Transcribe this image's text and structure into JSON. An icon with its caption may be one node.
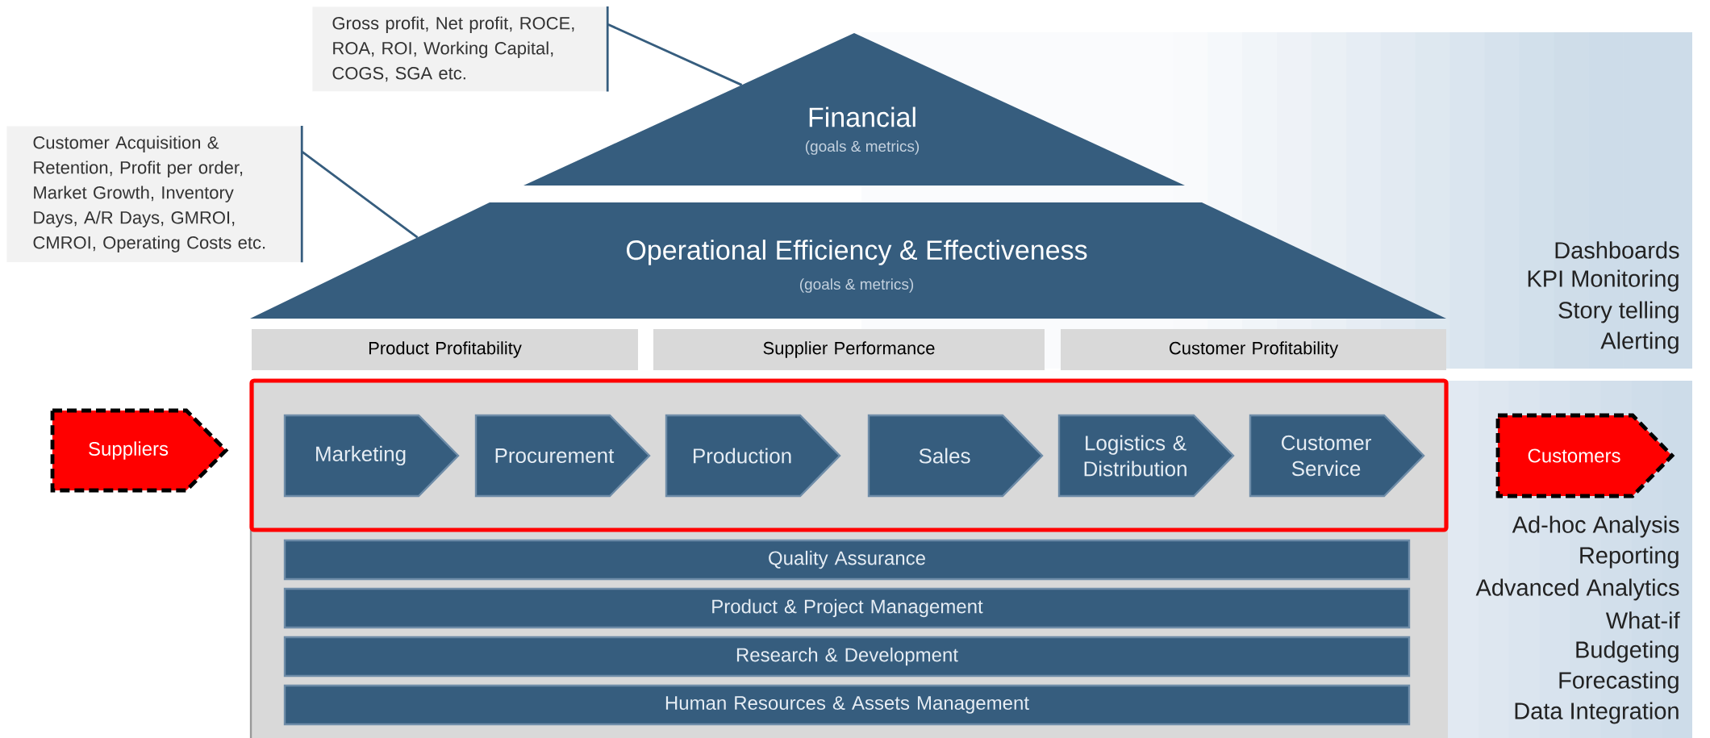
{
  "diagram": {
    "nodes": [
      {
        "text": [
          "Gross profit, Net profit, ROCE, ROA, ROI, Working Capital, COGS, SGA etc."
        ]
      },
      {
        "text": [
          "Customer Acquisition & Retention, Profit per order, Market Growth, Inventory Days, A/R Days, GMROI, CMROI, Operating Costs etc."
        ]
      },
      {
        "text": [
          "Financial",
          "(goals & metrics)"
        ]
      },
      {
        "text": [
          "Operational Efficiency & Effectiveness",
          "(goals & metrics)"
        ]
      },
      {
        "text": [
          "Product Profitability"
        ]
      },
      {
        "text": [
          "Supplier Performance"
        ]
      },
      {
        "text": [
          "Customer Profitability"
        ]
      },
      {
        "text": [],
        "shape": "box"
      },
      {
        "text": [
          "Marketing"
        ],
        "in": 7
      },
      {
        "text": [
          "Procurement"
        ],
        "in": 7
      },
      {
        "text": [
          "Production"
        ],
        "in": 7
      },
      {
        "text": [
          "Sales"
        ],
        "in": 7
      },
      {
        "text": [
          "Logistics & Distribution"
        ],
        "in": 7
      },
      {
        "text": [
          "Customer Service"
        ],
        "in": 7
      },
      {
        "text": [
          "Suppliers"
        ]
      },
      {
        "text": [
          "Customers"
        ]
      },
      {
        "text": [
          "Quality Assurance"
        ]
      },
      {
        "text": [
          "Product & Project Management"
        ]
      },
      {
        "text": [
          "Research & Development"
        ]
      },
      {
        "text": [
          "Human Resources & Assets Management"
        ]
      }
    ],
    "edges": [
      {
        "from": 0,
        "to": 2,
        "arrow": "none"
      },
      {
        "from": 1,
        "to": 3,
        "arrow": "none"
      }
    ],
    "labels": [
      "Dashboards",
      "KPI Monitoring",
      "Story telling",
      "Alerting",
      "Ad-hoc Analysis",
      "Reporting",
      "Advanced Analytics",
      "What-if",
      "Budgeting",
      "Forecasting",
      "Data Integration"
    ]
  }
}
